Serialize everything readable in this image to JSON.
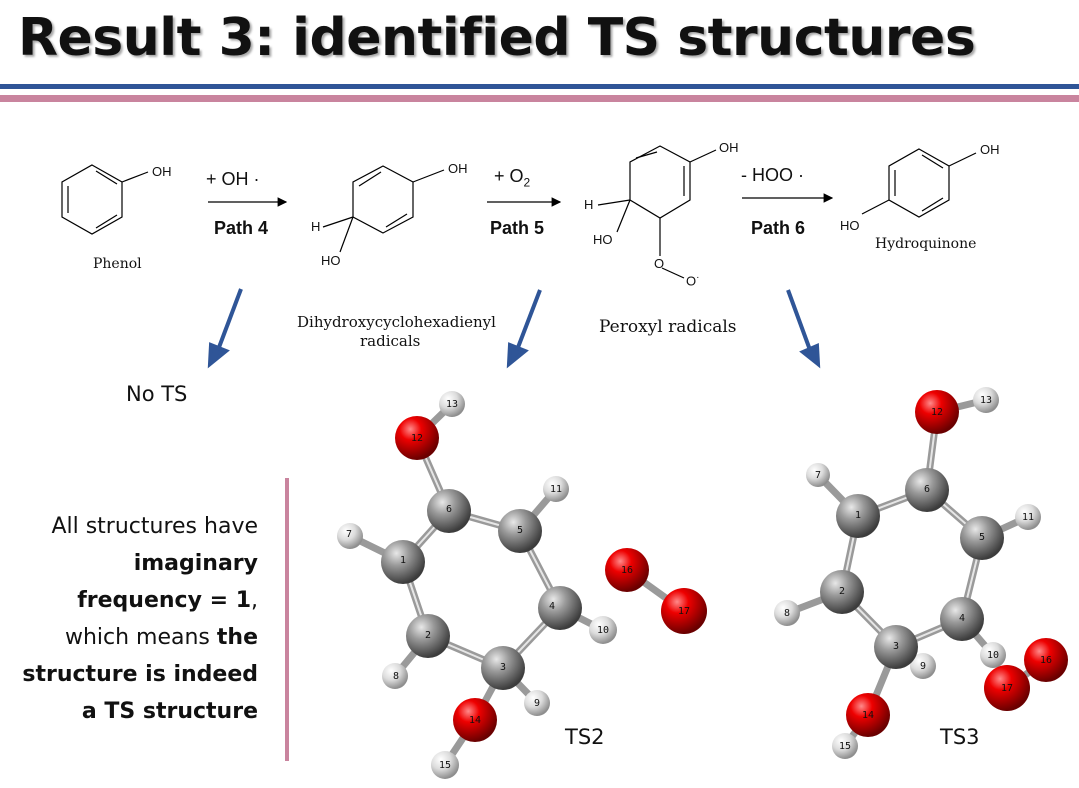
{
  "title": "Result 3: identified TS structures",
  "scheme": {
    "phenol": {
      "oh": "OH",
      "name": "Phenol"
    },
    "step4": {
      "reagent": "+ OH ·",
      "path": "Path 4"
    },
    "intermediate1": {
      "oh": "OH",
      "h": "H",
      "ho": "HO",
      "name_line1": "Dihydroxycyclohexadienyl",
      "name_line2": "radicals"
    },
    "step5": {
      "reagent": "+ O",
      "reagent_sub": "2",
      "path": "Path 5"
    },
    "intermediate2": {
      "oh": "OH",
      "h": "H",
      "ho": "HO",
      "o1": "O",
      "o2": "O",
      "name": "Peroxyl radicals"
    },
    "step6": {
      "reagent": "- HOO ·",
      "path": "Path 6"
    },
    "product": {
      "oh": "OH",
      "ho": "HO",
      "name": "Hydroquinone"
    }
  },
  "no_ts": "No TS",
  "summary": {
    "p1": "All structures have",
    "b1": "imaginary",
    "b2": "frequency = 1",
    "p2": ",",
    "p3": "which means",
    "b3": "the",
    "b4": "structure is indeed",
    "b5": "a TS structure"
  },
  "ts2": {
    "label": "TS2",
    "atoms": [
      "1",
      "2",
      "3",
      "4",
      "5",
      "6",
      "7",
      "8",
      "9",
      "10",
      "11",
      "12",
      "13",
      "14",
      "15",
      "16",
      "17"
    ]
  },
  "ts3": {
    "label": "TS3",
    "atoms": [
      "1",
      "2",
      "3",
      "4",
      "5",
      "6",
      "7",
      "8",
      "9",
      "10",
      "11",
      "12",
      "13",
      "14",
      "15",
      "16",
      "17"
    ]
  },
  "colors": {
    "blue_rule": "#2f5597",
    "pink_rule": "#c9849e",
    "arrow": "#2f5597",
    "oxygen": "#e00000",
    "carbon": "#8a8a8a",
    "hydrogen": "#e6e6e6"
  }
}
